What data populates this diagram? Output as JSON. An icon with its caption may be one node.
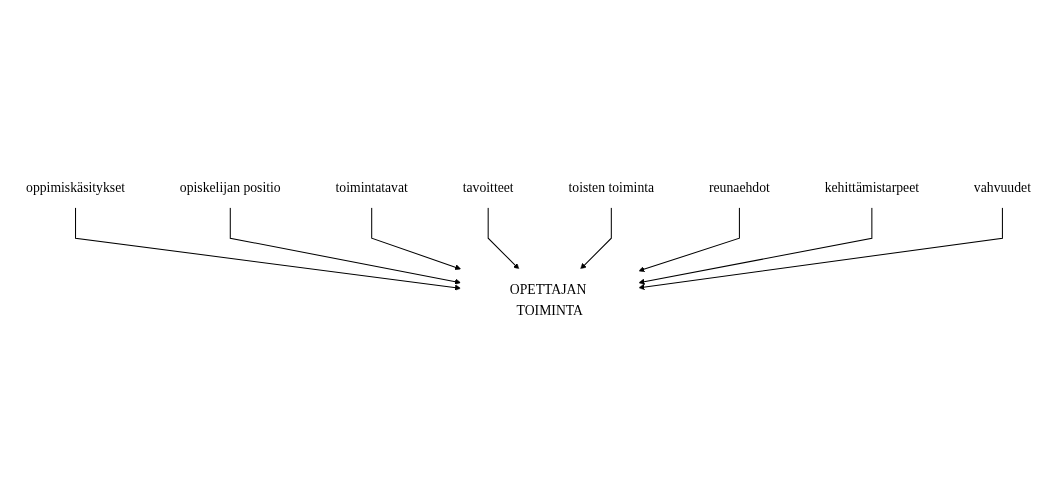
{
  "diagram": {
    "nodes": [
      {
        "text": [
          "oppimiskäsitykset"
        ]
      },
      {
        "text": [
          "opiskelijan positio"
        ]
      },
      {
        "text": [
          "toimintatavat"
        ]
      },
      {
        "text": [
          "tavoitteet"
        ]
      },
      {
        "text": [
          "OPETTAJAN TOIMINTA"
        ]
      },
      {
        "text": [
          "toisten toiminta"
        ]
      },
      {
        "text": [
          "reunaehdot"
        ]
      },
      {
        "text": [
          "kehittämistarpeet"
        ]
      },
      {
        "text": [
          "vahvuudet"
        ]
      }
    ],
    "edges": [
      {
        "from": 0,
        "to": 4,
        "arrow": "to"
      },
      {
        "from": 1,
        "to": 4,
        "arrow": "to"
      },
      {
        "from": 2,
        "to": 4,
        "arrow": "to"
      },
      {
        "from": 3,
        "to": 4,
        "arrow": "to"
      },
      {
        "from": 5,
        "to": 4,
        "arrow": "to"
      },
      {
        "from": 6,
        "to": 4,
        "arrow": "to"
      },
      {
        "from": 7,
        "to": 4,
        "arrow": "to"
      },
      {
        "from": 8,
        "to": 4,
        "arrow": "to"
      }
    ]
  }
}
